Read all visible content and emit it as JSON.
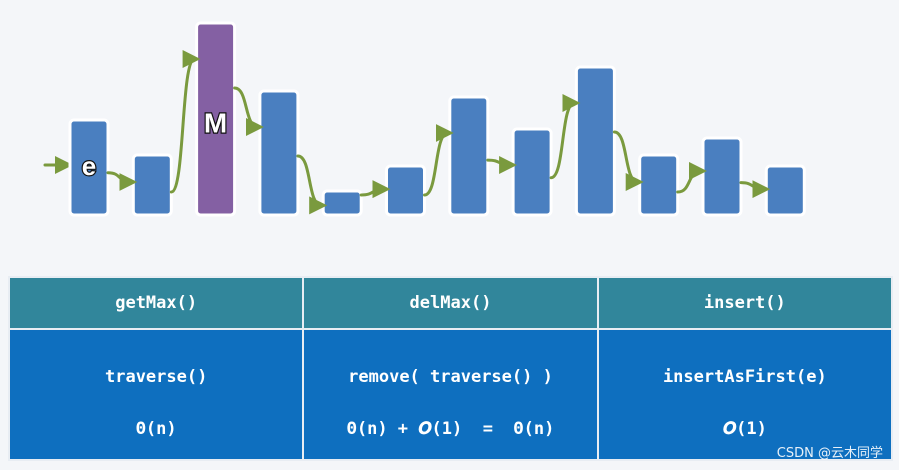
{
  "diagram": {
    "bars": [
      {
        "label": "e",
        "level": 95,
        "highlight": false
      },
      {
        "label": "",
        "level": 60,
        "highlight": false
      },
      {
        "label": "M",
        "level": 192,
        "highlight": true
      },
      {
        "label": "",
        "level": 124,
        "highlight": false
      },
      {
        "label": "",
        "level": 24,
        "highlight": false
      },
      {
        "label": "",
        "level": 49,
        "highlight": false
      },
      {
        "label": "",
        "level": 118,
        "highlight": false
      },
      {
        "label": "",
        "level": 86,
        "highlight": false
      },
      {
        "label": "",
        "level": 148,
        "highlight": false
      },
      {
        "label": "",
        "level": 60,
        "highlight": false
      },
      {
        "label": "",
        "level": 77,
        "highlight": false
      },
      {
        "label": "",
        "level": 49,
        "highlight": false
      }
    ],
    "colors": {
      "bar": "#4a7fc0",
      "highlight": "#8460a3",
      "arrow": "#7a9a3e"
    }
  },
  "table": {
    "headers": [
      "getMax()",
      "delMax()",
      "insert()"
    ],
    "rows": [
      [
        "traverse()",
        "remove( traverse() )",
        "insertAsFirst(e)"
      ],
      [
        "Θ(n)",
        "Θ(n) + 𝑶(1)  =  Θ(n)",
        "𝑶(1)"
      ]
    ]
  },
  "watermark": "CSDN @云木同学"
}
